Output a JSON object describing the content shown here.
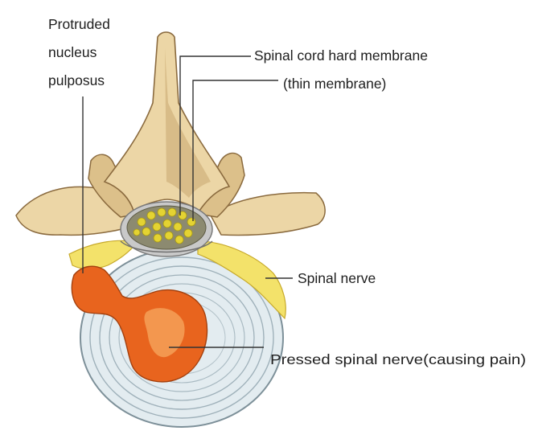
{
  "labels": {
    "nucleus_line1": "Protruded",
    "nucleus_line2": "nucleus",
    "nucleus_line3": "pulposus",
    "dura_line1": "Spinal cord hard membrane",
    "dura_line2": "(thin membrane)",
    "spinal_nerve": "Spinal nerve",
    "pressed_nerve": "Pressed spinal nerve(causing pain)"
  },
  "colors": {
    "bone": "#ecd6a6",
    "bone_shadow": "#b38f5b",
    "bone_outline": "#8a6a3e",
    "disc": "#e3ecf0",
    "disc_ring": "#8fa3ad",
    "nucleus": "#e8641e",
    "nucleus_highlight": "#f7a860",
    "nerve": "#f3e26a",
    "nerve_outline": "#c7a92a",
    "cord_dots": "#e4d332",
    "membrane": "#c9c9c9",
    "leader": "#333333"
  }
}
